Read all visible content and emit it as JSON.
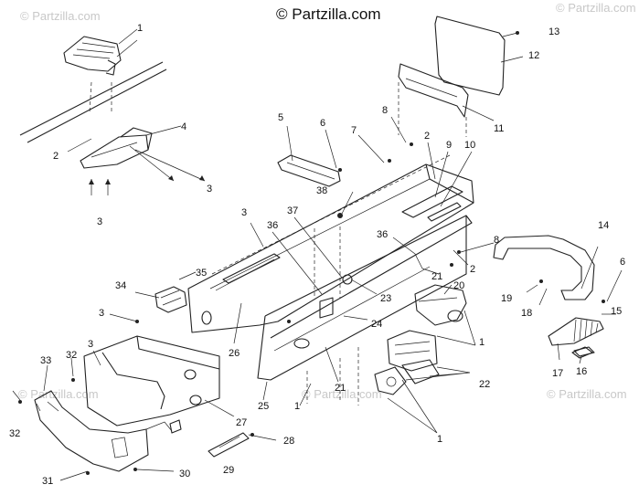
{
  "header": {
    "title": "© Partzilla.com",
    "watermark": "© Partzilla.com"
  },
  "callouts": [
    "1",
    "2",
    "3",
    "4",
    "5",
    "6",
    "7",
    "8",
    "9",
    "10",
    "11",
    "12",
    "13",
    "14",
    "15",
    "16",
    "17",
    "18",
    "19",
    "20",
    "21",
    "22",
    "23",
    "24",
    "25",
    "26",
    "27",
    "28",
    "29",
    "30",
    "31",
    "32",
    "33",
    "34",
    "35",
    "36",
    "37",
    "38"
  ],
  "colors": {
    "line": "#222222",
    "watermark": "#c8c8c8",
    "background": "#ffffff"
  }
}
